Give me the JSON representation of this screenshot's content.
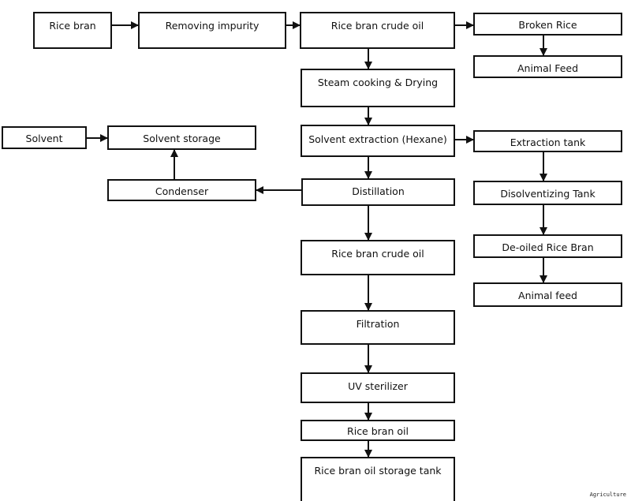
{
  "nodes": {
    "rice_bran": "Rice bran",
    "removing_impurity": "Removing impurity",
    "crude_oil_top": "Rice bran crude oil",
    "broken_rice": "Broken Rice",
    "animal_feed_top": "Animal Feed",
    "steam_cooking": "Steam cooking & Drying",
    "solvent": "Solvent",
    "solvent_storage": "Solvent storage",
    "solvent_extraction": "Solvent extraction (Hexane)",
    "extraction_tank": "Extraction tank",
    "condenser": "Condenser",
    "distillation": "Distillation",
    "disolventizing_tank": "Disolventizing Tank",
    "deoiled_rice_bran": "De-oiled Rice Bran",
    "crude_oil_mid": "Rice bran crude oil",
    "animal_feed_bottom": "Animal feed",
    "filtration": "Filtration",
    "uv_sterilizer": "UV sterilizer",
    "rice_bran_oil": "Rice bran oil",
    "storage_tank": "Rice bran oil storage tank"
  },
  "watermark": "Agriculture"
}
